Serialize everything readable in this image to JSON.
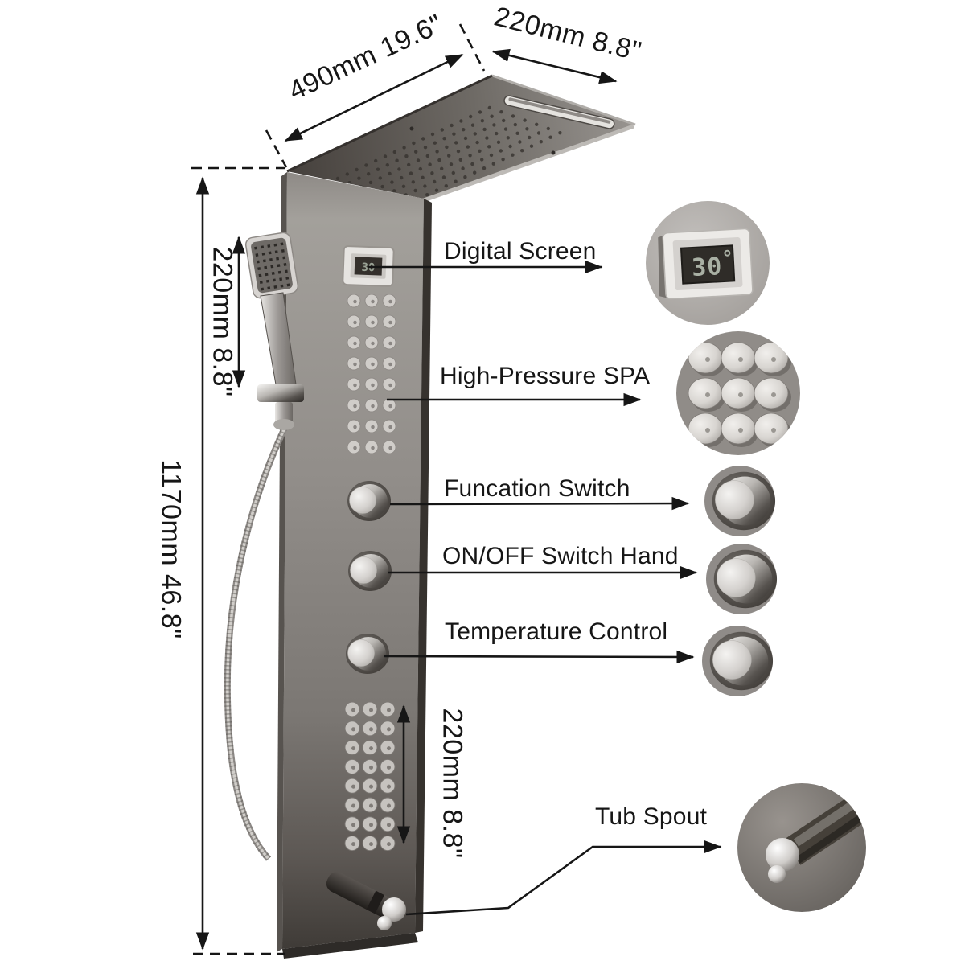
{
  "diagram": {
    "dimensions": {
      "top_length": "490mm 19.6\"",
      "top_width": "220mm 8.8\"",
      "hand_shower": "220mm 8.8\"",
      "panel_height": "1170mm 46.8\"",
      "body_jets": "220mm 8.8\""
    },
    "callouts": {
      "digital_screen": "Digital Screen",
      "high_pressure_spa": "High-Pressure SPA",
      "function_switch": "Funcation Switch",
      "on_off_switch": "ON/OFF Switch Hand",
      "temperature_control": "Temperature Control",
      "tub_spout": "Tub Spout"
    },
    "screen_reading": "30",
    "colors": {
      "background": "#ffffff",
      "line": "#161616",
      "panel_light": "#a3a09b",
      "panel_dark": "#3f3b37",
      "chrome": "#d9d7d4",
      "lcd": "#2f2c28",
      "lcd_digits": "#a9b0a4"
    }
  }
}
